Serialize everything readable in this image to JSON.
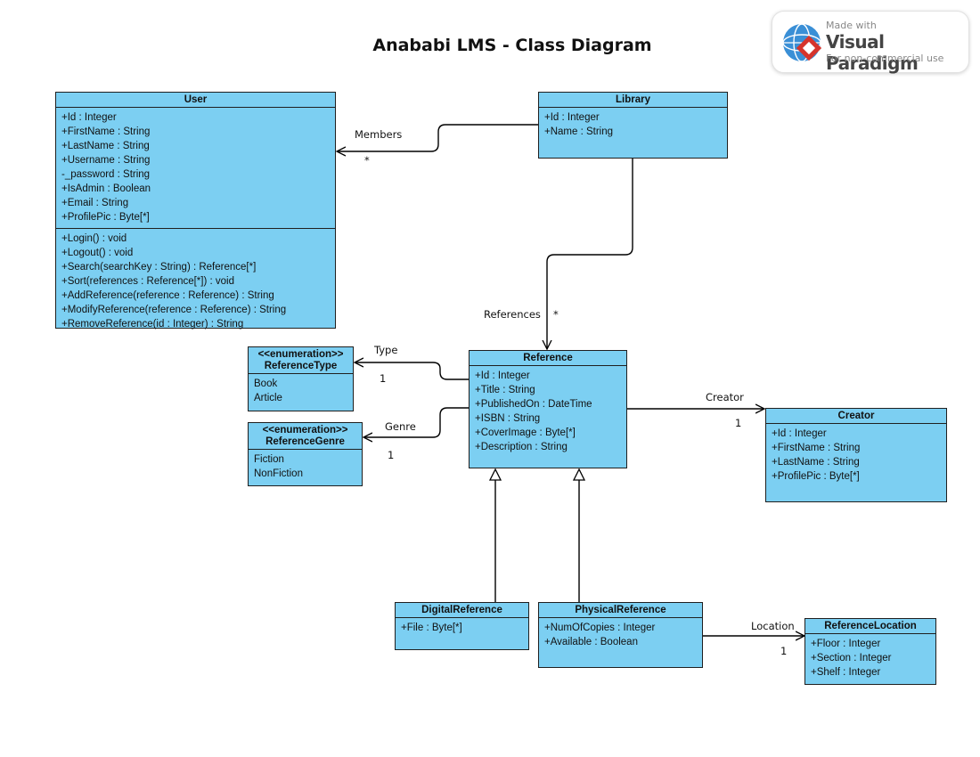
{
  "title": "Anababi LMS - Class Diagram",
  "watermark": {
    "line1": "Made with",
    "brand": "Visual Paradigm",
    "line3": "For non-commercial use"
  },
  "colors": {
    "class_fill": "#7ccff2",
    "class_border": "#1f1f1f",
    "line": "#000000",
    "logo_blue": "#3a8fd6",
    "logo_red": "#d6342c"
  },
  "classes": {
    "user": {
      "name": "User",
      "attributes": [
        "+Id : Integer",
        "+FirstName : String",
        "+LastName : String",
        "+Username : String",
        "-_password : String",
        "+IsAdmin : Boolean",
        "+Email : String",
        "+ProfilePic : Byte[*]"
      ],
      "operations": [
        "+Login() : void",
        "+Logout() : void",
        "+Search(searchKey : String) : Reference[*]",
        "+Sort(references : Reference[*]) : void",
        "+AddReference(reference : Reference) : String",
        "+ModifyReference(reference : Reference) : String",
        "+RemoveReference(id : Integer) : String"
      ]
    },
    "library": {
      "name": "Library",
      "attributes": [
        "+Id : Integer",
        "+Name : String"
      ]
    },
    "reference": {
      "name": "Reference",
      "attributes": [
        "+Id : Integer",
        "+Title : String",
        "+PublishedOn : DateTime",
        "+ISBN : String",
        "+CoverImage : Byte[*]",
        "+Description : String"
      ]
    },
    "reference_type": {
      "stereotype": "<<enumeration>>",
      "name": "ReferenceType",
      "literals": [
        "Book",
        "Article"
      ]
    },
    "reference_genre": {
      "stereotype": "<<enumeration>>",
      "name": "ReferenceGenre",
      "literals": [
        "Fiction",
        "NonFiction"
      ]
    },
    "creator": {
      "name": "Creator",
      "attributes": [
        "+Id : Integer",
        "+FirstName : String",
        "+LastName : String",
        "+ProfilePic : Byte[*]"
      ]
    },
    "digital_reference": {
      "name": "DigitalReference",
      "attributes": [
        "+File : Byte[*]"
      ]
    },
    "physical_reference": {
      "name": "PhysicalReference",
      "attributes": [
        "+NumOfCopies : Integer",
        "+Available : Boolean"
      ]
    },
    "reference_location": {
      "name": "ReferenceLocation",
      "attributes": [
        "+Floor : Integer",
        "+Section : Integer",
        "+Shelf : Integer"
      ]
    }
  },
  "associations": {
    "members": {
      "role": "Members",
      "multiplicity": "*"
    },
    "references": {
      "role": "References",
      "multiplicity": "*"
    },
    "type": {
      "role": "Type",
      "multiplicity": "1"
    },
    "genre": {
      "role": "Genre",
      "multiplicity": "1"
    },
    "creator": {
      "role": "Creator",
      "multiplicity": "1"
    },
    "location": {
      "role": "Location",
      "multiplicity": "1"
    }
  }
}
